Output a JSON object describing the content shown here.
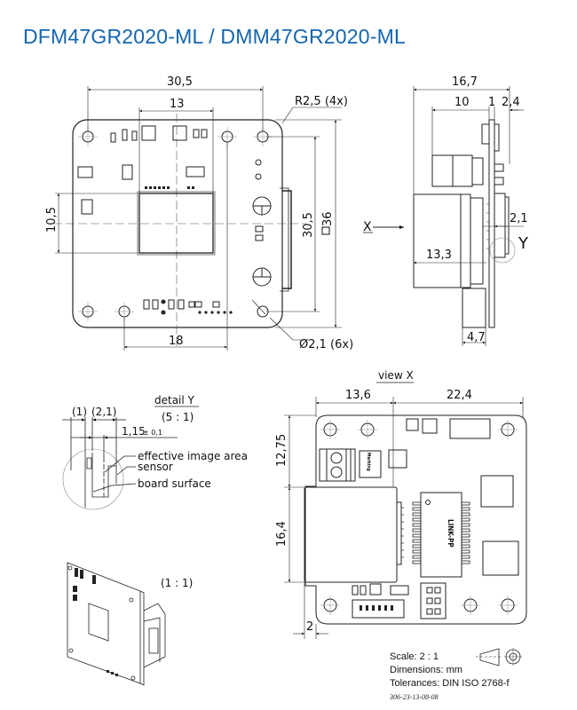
{
  "header": {
    "title": "DFM47GR2020-ML / DMM47GR2020-ML",
    "title_color": "#1466b0"
  },
  "front_view": {
    "dim_width": "30,5",
    "dim_sensor_width": "13",
    "dim_corner_radius": "R2,5 (4x)",
    "dim_sensor_height": "10,5",
    "dim_hole_spacing_v": "30,5",
    "dim_board_size": "36",
    "dim_bottom": "18",
    "dim_hole_diameter": "Ø2,1 (6x)"
  },
  "side_view": {
    "dim_total_depth": "16,7",
    "dim_10": "10",
    "dim_1": "1",
    "dim_2_4": "2,4",
    "dim_2_1": "2,1",
    "dim_13_3": "13,3",
    "dim_4_7": "4,7",
    "arrow_label": "X",
    "detail_label": "Y"
  },
  "detail_y": {
    "title": "detail Y",
    "scale": "(5 : 1)",
    "dim_1": "(1)",
    "dim_2_1": "(2,1)",
    "dim_1_15": "1,15",
    "tolerance": "± 0,1",
    "label_effective_area": "effective image area",
    "label_sensor": "sensor",
    "label_board_surface": "board surface"
  },
  "view_x": {
    "title": "view X",
    "dim_13_6": "13,6",
    "dim_22_4": "22,4",
    "dim_12_75": "12,75",
    "dim_16_4": "16,4",
    "dim_2": "2",
    "chip_label": "LINK-PP",
    "marking_label": "Marking"
  },
  "iso_view": {
    "scale": "(1 : 1)"
  },
  "info_block": {
    "scale": "Scale: 2 : 1",
    "dimensions": "Dimensions: mm",
    "tolerances": "Tolerances: DIN ISO 2768-f",
    "drawing_code": "306-23-13-08-08"
  }
}
